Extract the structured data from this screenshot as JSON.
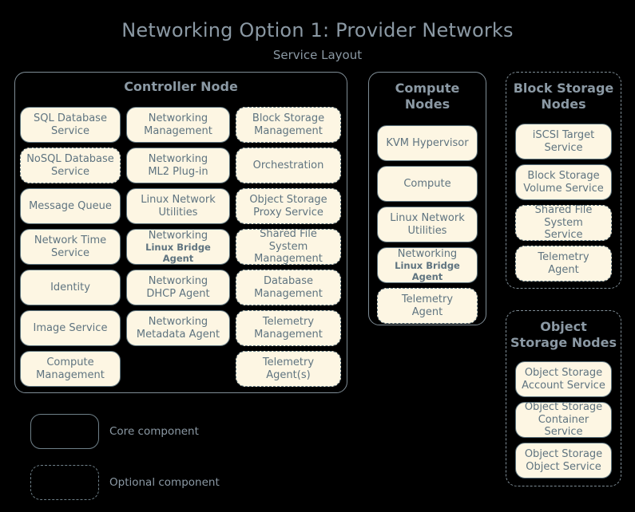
{
  "title": "Networking Option 1: Provider Networks",
  "subtitle": "Service Layout",
  "panels": {
    "controller": {
      "title": "Controller Node",
      "columns": [
        [
          {
            "label": "SQL Database Service",
            "lines": [
              "SQL Database",
              "Service"
            ],
            "optional": false
          },
          {
            "label": "NoSQL Database Service",
            "lines": [
              "NoSQL Database",
              "Service"
            ],
            "optional": true
          },
          {
            "label": "Message Queue",
            "lines": [
              "Message Queue"
            ],
            "optional": false
          },
          {
            "label": "Network Time Service",
            "lines": [
              "Network Time",
              "Service"
            ],
            "optional": false
          },
          {
            "label": "Identity",
            "lines": [
              "Identity"
            ],
            "optional": false
          },
          {
            "label": "Image Service",
            "lines": [
              "Image Service"
            ],
            "optional": false
          },
          {
            "label": "Compute Management",
            "lines": [
              "Compute",
              "Management"
            ],
            "optional": false
          }
        ],
        [
          {
            "label": "Networking Management",
            "lines": [
              "Networking",
              "Management"
            ],
            "optional": false
          },
          {
            "label": "Networking ML2 Plug-in",
            "lines": [
              "Networking",
              "ML2 Plug-in"
            ],
            "optional": false
          },
          {
            "label": "Linux Network Utilities",
            "lines": [
              "Linux Network",
              "Utilities"
            ],
            "optional": false
          },
          {
            "label": "Networking Linux Bridge Agent",
            "lines": [
              "Networking",
              "Linux Bridge Agent"
            ],
            "small_second": true,
            "optional": false
          },
          {
            "label": "Networking DHCP Agent",
            "lines": [
              "Networking",
              "DHCP Agent"
            ],
            "optional": false
          },
          {
            "label": "Networking Metadata Agent",
            "lines": [
              "Networking",
              "Metadata Agent"
            ],
            "optional": false
          }
        ],
        [
          {
            "label": "Block Storage Management",
            "lines": [
              "Block Storage",
              "Management"
            ],
            "optional": true
          },
          {
            "label": "Orchestration",
            "lines": [
              "Orchestration"
            ],
            "optional": true
          },
          {
            "label": "Object Storage Proxy Service",
            "lines": [
              "Object Storage",
              "Proxy Service"
            ],
            "optional": true
          },
          {
            "label": "Shared File System Management",
            "lines": [
              "Shared File System",
              "Management"
            ],
            "optional": true
          },
          {
            "label": "Database Management",
            "lines": [
              "Database",
              "Management"
            ],
            "optional": true
          },
          {
            "label": "Telemetry Management",
            "lines": [
              "Telemetry",
              "Management"
            ],
            "optional": true
          },
          {
            "label": "Telemetry Agent(s)",
            "lines": [
              "Telemetry",
              "Agent(s)"
            ],
            "optional": true
          }
        ]
      ]
    },
    "compute": {
      "title": "Compute Nodes",
      "title_lines": [
        "Compute",
        "Nodes"
      ],
      "optional_panel": false,
      "items": [
        {
          "label": "KVM Hypervisor",
          "lines": [
            "KVM Hypervisor"
          ],
          "optional": false
        },
        {
          "label": "Compute",
          "lines": [
            "Compute"
          ],
          "optional": false
        },
        {
          "label": "Linux Network Utilities",
          "lines": [
            "Linux Network",
            "Utilities"
          ],
          "optional": false
        },
        {
          "label": "Networking Linux Bridge Agent",
          "lines": [
            "Networking",
            "Linux Bridge Agent"
          ],
          "small_second": true,
          "optional": false
        },
        {
          "label": "Telemetry Agent",
          "lines": [
            "Telemetry",
            "Agent"
          ],
          "optional": true
        }
      ]
    },
    "block_storage": {
      "title": "Block Storage Nodes",
      "title_lines": [
        "Block Storage",
        "Nodes"
      ],
      "optional_panel": true,
      "items": [
        {
          "label": "iSCSI Target Service",
          "lines": [
            "iSCSI Target",
            "Service"
          ],
          "optional": false
        },
        {
          "label": "Block Storage Volume Service",
          "lines": [
            "Block Storage",
            "Volume Service"
          ],
          "optional": false
        },
        {
          "label": "Shared File System Service",
          "lines": [
            "Shared File System",
            "Service"
          ],
          "optional": true
        },
        {
          "label": "Telemetry Agent",
          "lines": [
            "Telemetry",
            "Agent"
          ],
          "optional": true
        }
      ]
    },
    "object_storage": {
      "title": "Object Storage Nodes",
      "title_lines": [
        "Object",
        "Storage Nodes"
      ],
      "optional_panel": true,
      "items": [
        {
          "label": "Object Storage Account Service",
          "lines": [
            "Object Storage",
            "Account Service"
          ],
          "optional": false
        },
        {
          "label": "Object Storage Container Service",
          "lines": [
            "Object Storage",
            "Container Service"
          ],
          "optional": false
        },
        {
          "label": "Object Storage Object Service",
          "lines": [
            "Object Storage",
            "Object Service"
          ],
          "optional": false
        }
      ]
    }
  },
  "legend": [
    {
      "label": "Core component",
      "optional": false
    },
    {
      "label": "Optional component",
      "optional": true
    }
  ],
  "colors": {
    "background": "#000000",
    "box_fill": "#fdf6e3",
    "box_border": "#5c727c",
    "panel_border": "#7f8d96",
    "title_text": "#8b99a4",
    "box_text": "#5f7480"
  }
}
